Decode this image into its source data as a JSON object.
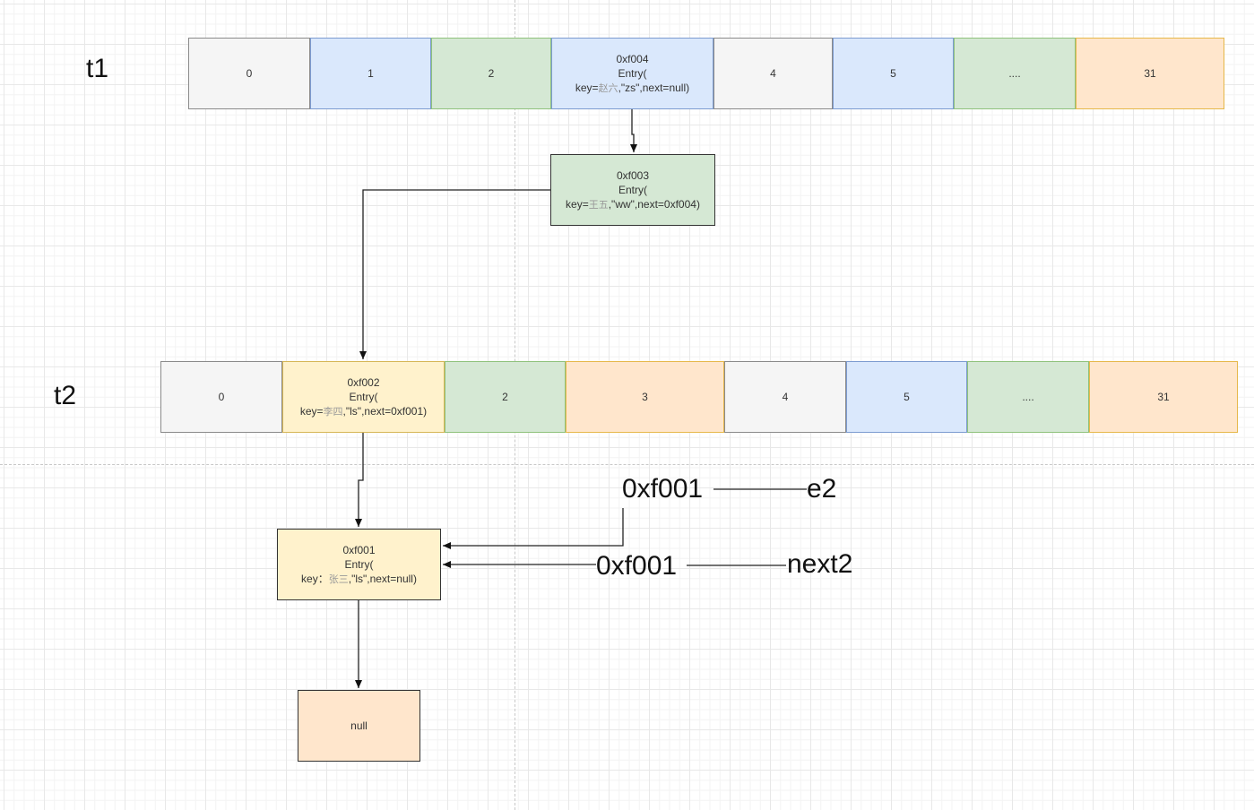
{
  "labels": {
    "t1": "t1",
    "t2": "t2"
  },
  "t1": {
    "cells": [
      {
        "text": "0",
        "style": "gray"
      },
      {
        "text": "1",
        "style": "blue"
      },
      {
        "text": "2",
        "style": "green"
      },
      {
        "addr": "0xf004",
        "entry": "Entry(",
        "key_prefix": "key=",
        "key_cn": "赵六",
        "key_suffix": ",\"zs\",next=null)",
        "style": "blue"
      },
      {
        "text": "4",
        "style": "gray"
      },
      {
        "text": "5",
        "style": "blue"
      },
      {
        "text": "....",
        "style": "green"
      },
      {
        "text": "31",
        "style": "orange"
      }
    ]
  },
  "t2": {
    "cells": [
      {
        "text": "0",
        "style": "gray"
      },
      {
        "addr": "0xf002",
        "entry": "Entry(",
        "key_prefix": "key=",
        "key_cn": "李四",
        "key_suffix": ",\"ls\",next=0xf001)",
        "style": "yellow"
      },
      {
        "text": "2",
        "style": "green"
      },
      {
        "text": "3",
        "style": "orange"
      },
      {
        "text": "4",
        "style": "gray"
      },
      {
        "text": "5",
        "style": "blue"
      },
      {
        "text": "....",
        "style": "green"
      },
      {
        "text": "31",
        "style": "orange"
      }
    ]
  },
  "nodes": {
    "f003": {
      "addr": "0xf003",
      "entry": "Entry(",
      "key_prefix": "key=",
      "key_cn": "王五",
      "key_suffix": ",\"ww\",next=0xf004)"
    },
    "f001": {
      "addr": "0xf001",
      "entry": "Entry(",
      "key_prefix": "key：",
      "key_cn": "张三",
      "key_suffix": ",\"ls\",next=null)"
    },
    "null": {
      "text": "null"
    }
  },
  "annotations": {
    "e2_addr": "0xf001",
    "e2_name": "e2",
    "next2_addr": "0xf001",
    "next2_name": "next2"
  }
}
